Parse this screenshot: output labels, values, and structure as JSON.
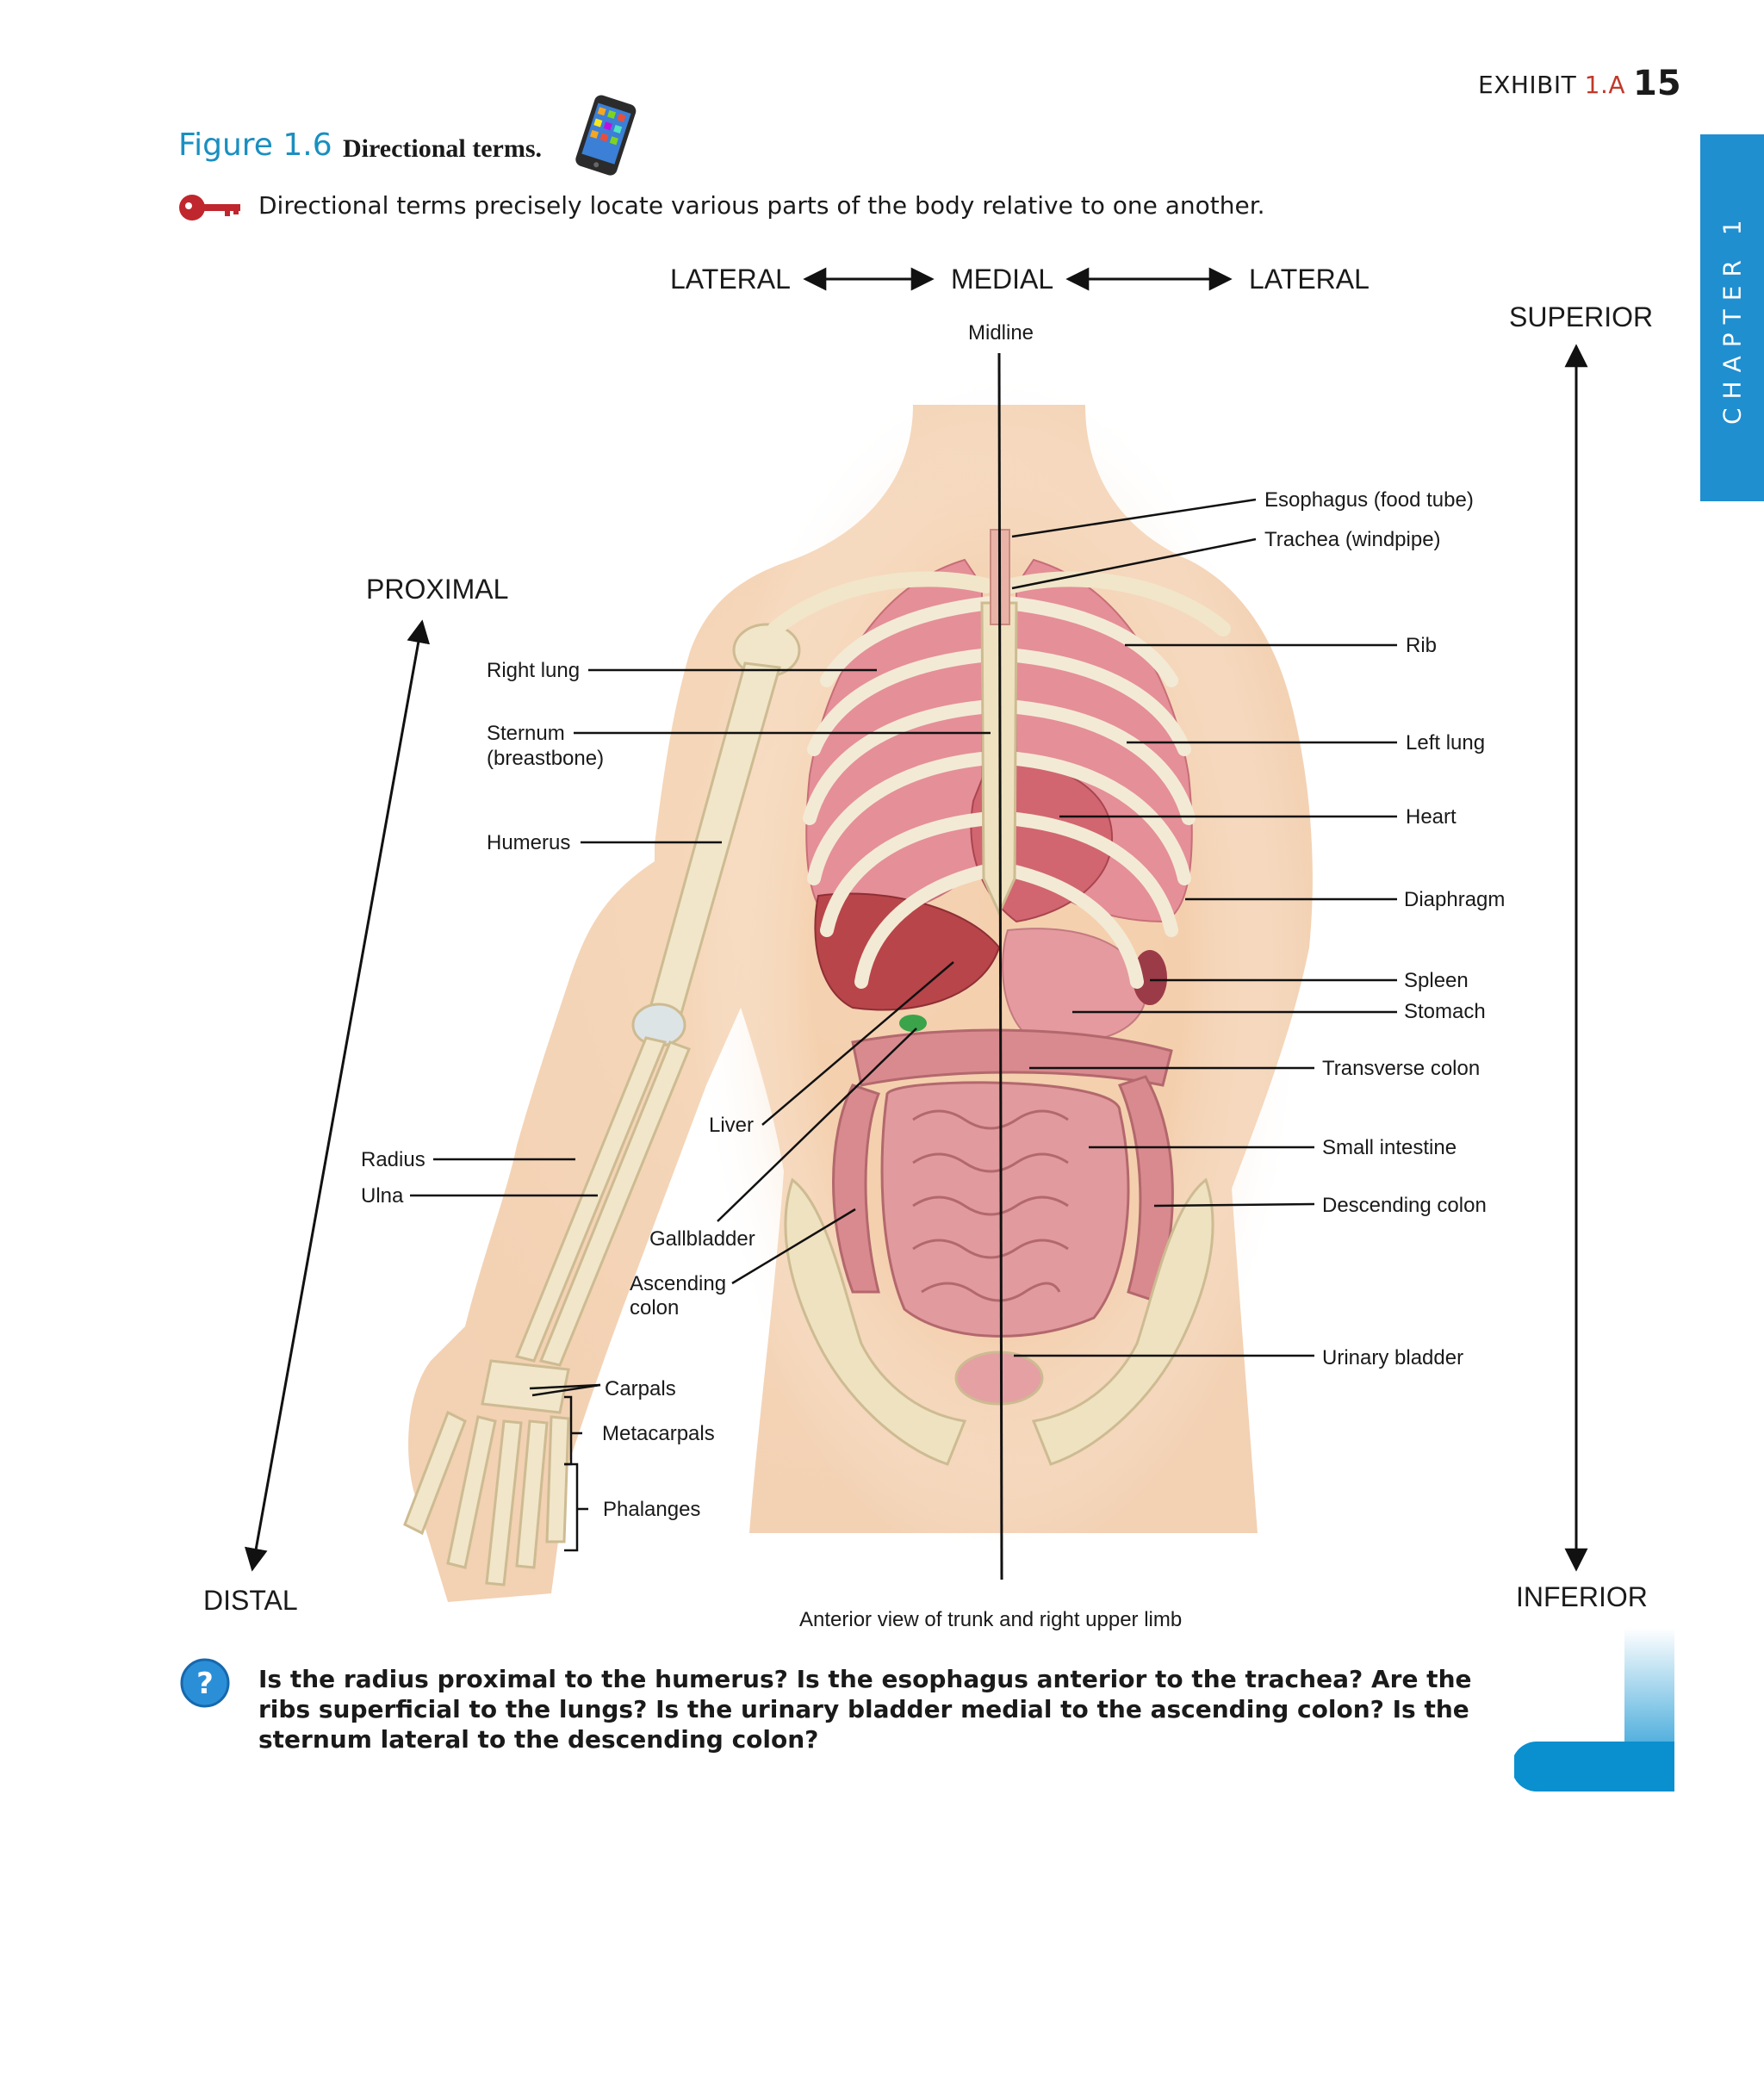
{
  "header": {
    "exhibit_label": "EXHIBIT",
    "exhibit_number": "1.A",
    "page_number": "15",
    "chapter_tab": "CHAPTER 1"
  },
  "figure": {
    "number": "Figure 1.6",
    "title": "Directional terms.",
    "key_concept": "Directional terms precisely locate various parts of the body relative to one another."
  },
  "directions": {
    "lateral_left": "LATERAL",
    "medial": "MEDIAL",
    "lateral_right": "LATERAL",
    "midline": "Midline",
    "superior": "SUPERIOR",
    "inferior": "INFERIOR",
    "proximal": "PROXIMAL",
    "distal": "DISTAL"
  },
  "labels": {
    "esophagus": "Esophagus (food tube)",
    "trachea": "Trachea (windpipe)",
    "rib": "Rib",
    "left_lung": "Left lung",
    "heart": "Heart",
    "diaphragm": "Diaphragm",
    "spleen": "Spleen",
    "stomach": "Stomach",
    "transverse_colon": "Transverse colon",
    "small_intestine": "Small intestine",
    "descending_colon": "Descending colon",
    "urinary_bladder": "Urinary bladder",
    "right_lung": "Right lung",
    "sternum": "Sternum",
    "sternum_note": "(breastbone)",
    "humerus": "Humerus",
    "radius": "Radius",
    "ulna": "Ulna",
    "liver": "Liver",
    "gallbladder": "Gallbladder",
    "ascending": "Ascending",
    "colon": "colon",
    "carpals": "Carpals",
    "metacarpals": "Metacarpals",
    "phalanges": "Phalanges"
  },
  "caption": "Anterior view of trunk and right upper limb",
  "question": "Is the radius proximal to the humerus? Is the esophagus anterior to the trachea? Are the ribs superficial to the lungs? Is the urinary bladder medial to the ascending colon? Is the sternum lateral to the descending colon?",
  "colors": {
    "figure_blue": "#1a8fc0",
    "chapter_tab": "#1f8fd0",
    "exhibit_red": "#c0392b",
    "skin": "#f2c9a2",
    "lung": "#e58f98",
    "bone": "#f1e6c9",
    "intestine": "#d9898c"
  }
}
